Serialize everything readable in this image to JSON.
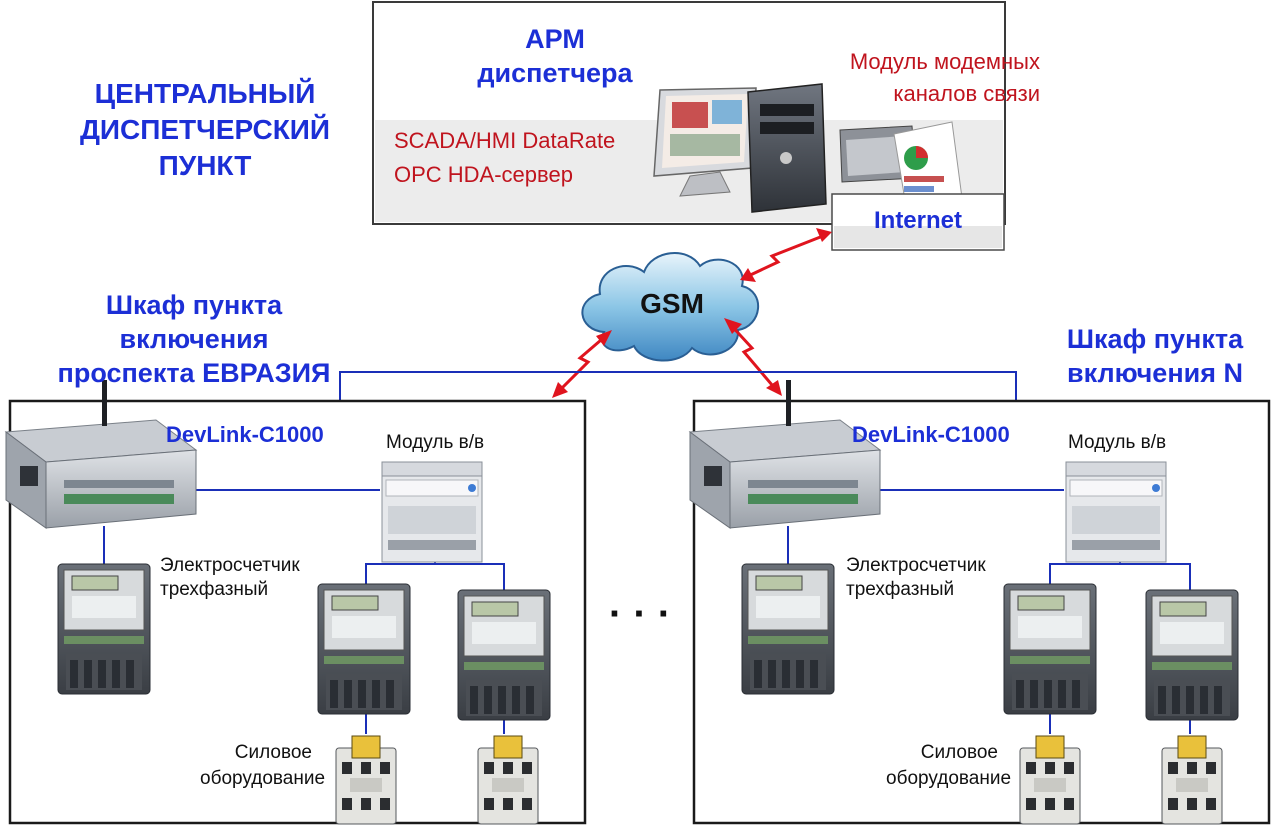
{
  "central": {
    "title_lines": [
      "ЦЕНТРАЛЬНЫЙ",
      "ДИСПЕТЧЕРСКИЙ",
      "ПУНКТ"
    ],
    "arm_lines": [
      "АРМ",
      "диспетчера"
    ],
    "software": [
      "SCADA/HMI DataRate",
      "OPC HDA-сервер"
    ],
    "modem_lines": [
      "Модуль модемных",
      "каналов связи"
    ],
    "internet_label": "Internet"
  },
  "network": {
    "gsm_label": "GSM",
    "ellipsis": "· · ·"
  },
  "cabinet_left": {
    "title_lines": [
      "Шкаф пункта",
      "включения",
      "проспекта ЕВРАЗИЯ"
    ],
    "controller_label": "DevLink-C1000",
    "io_module_label": "Модуль в/в",
    "meter_lines": [
      "Электросчетчик",
      "трехфазный"
    ],
    "power_lines": [
      "Силовое",
      "оборудование"
    ]
  },
  "cabinet_right": {
    "title_lines": [
      "Шкаф пункта",
      "включения N"
    ],
    "controller_label": "DevLink-C1000",
    "io_module_label": "Модуль в/в",
    "meter_lines": [
      "Электросчетчик",
      "трехфазный"
    ],
    "power_lines": [
      "Силовое",
      "оборудование"
    ]
  },
  "colors": {
    "title_blue": "#1c2fd6",
    "software_red": "#c0141e",
    "link_line": "#1a2fb8",
    "radio_red": "#e0141e"
  }
}
